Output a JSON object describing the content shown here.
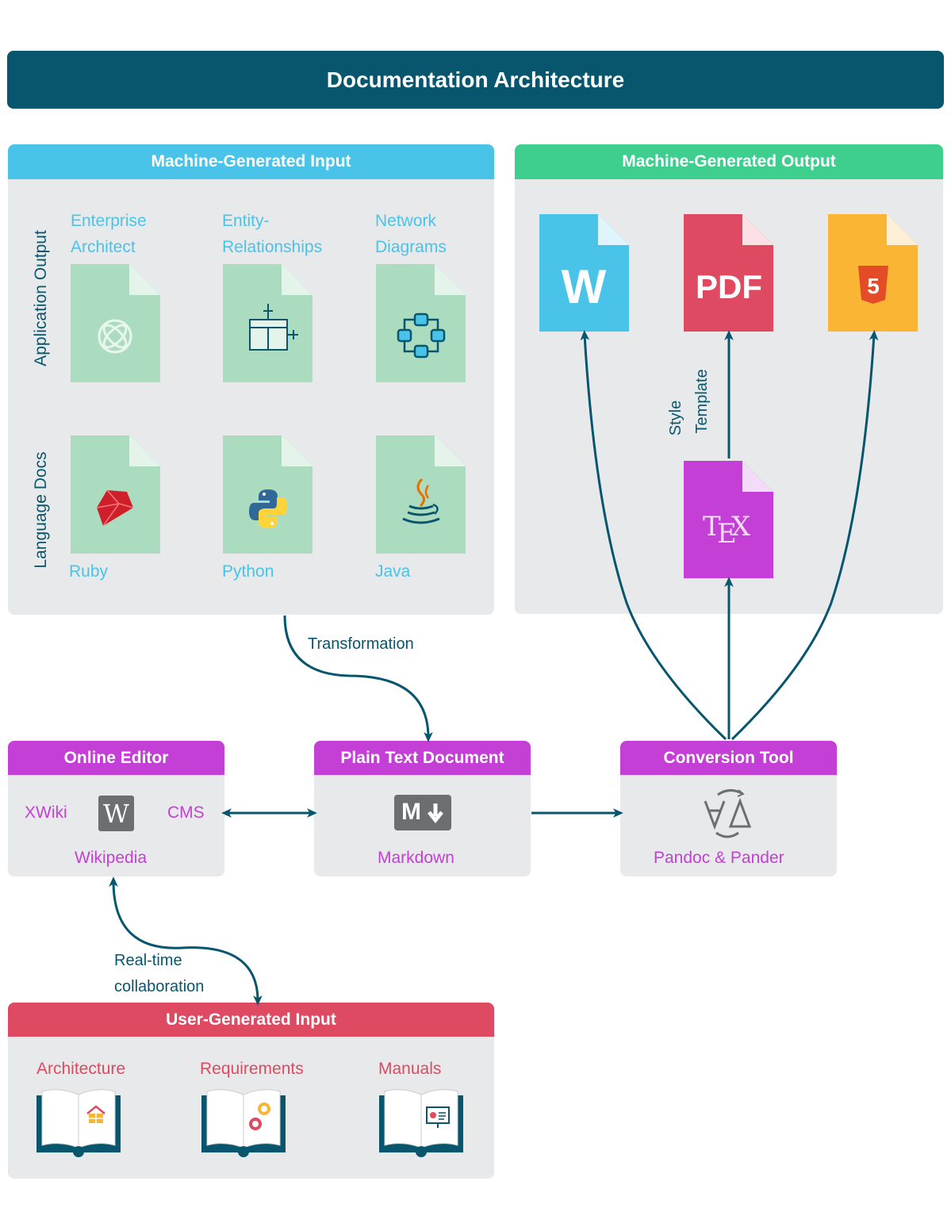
{
  "title": "Documentation Architecture",
  "machine_input": {
    "header": "Machine-Generated Input",
    "row_app_label": "Application Output",
    "row_lang_label": "Language Docs",
    "app_items": [
      {
        "label_line1": "Enterprise",
        "label_line2": "Architect",
        "icon": "enterprise-architect-icon"
      },
      {
        "label_line1": "Entity-",
        "label_line2": "Relationships",
        "icon": "entity-relationship-icon"
      },
      {
        "label_line1": "Network",
        "label_line2": "Diagrams",
        "icon": "network-diagram-icon"
      }
    ],
    "lang_items": [
      {
        "label": "Ruby",
        "icon": "ruby-icon"
      },
      {
        "label": "Python",
        "icon": "python-icon"
      },
      {
        "label": "Java",
        "icon": "java-icon"
      }
    ]
  },
  "machine_output": {
    "header": "Machine-Generated Output",
    "word_letter": "W",
    "pdf_label": "PDF",
    "html5_digit": "5",
    "style_template_line1": "Style",
    "style_template_line2": "Template",
    "tex_label_t": "T",
    "tex_label_e": "E",
    "tex_label_x": "X"
  },
  "transformation_label": "Transformation",
  "online_editor": {
    "header": "Online Editor",
    "left_label": "XWiki",
    "right_label": "CMS",
    "bottom_label": "Wikipedia",
    "icon_letter": "W"
  },
  "plain_text": {
    "header": "Plain Text Document",
    "icon_text": "M",
    "bottom_label": "Markdown"
  },
  "conversion_tool": {
    "header": "Conversion Tool",
    "bottom_label": "Pandoc & Pander"
  },
  "realtime_label_line1": "Real-time",
  "realtime_label_line2": "collaboration",
  "user_input": {
    "header": "User-Generated Input",
    "items": [
      {
        "label": "Architecture",
        "icon": "house-book-icon"
      },
      {
        "label": "Requirements",
        "icon": "gears-book-icon"
      },
      {
        "label": "Manuals",
        "icon": "presentation-book-icon"
      }
    ]
  },
  "colors": {
    "navy": "#07566e",
    "cyan": "#4ac3e8",
    "green": "#3ecf8e",
    "magenta": "#c43fd6",
    "red": "#dd4a62",
    "orange": "#fbb534",
    "doc_green": "#acdcbf",
    "panel_gray": "#e8e9ea"
  }
}
